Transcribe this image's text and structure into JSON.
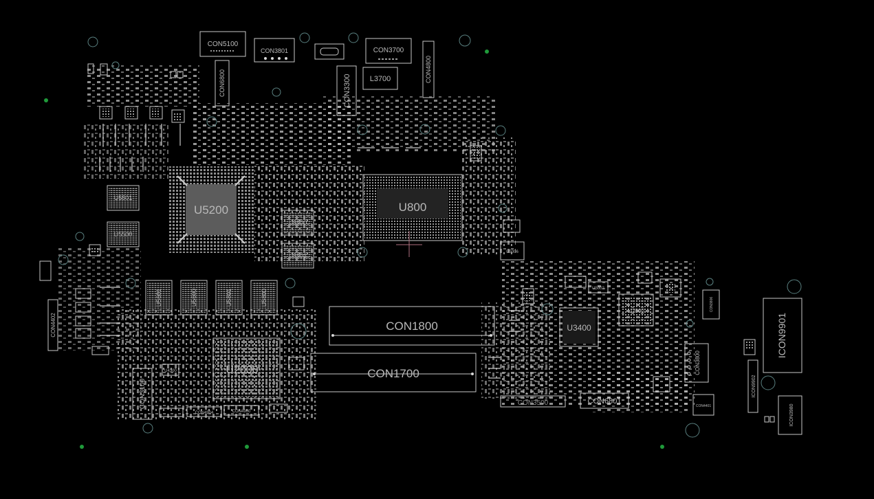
{
  "viewer": {
    "background": "#000000",
    "silkscreen_color": "#c8c8c8",
    "fiducial_color": "#1f9a3a",
    "hole_color": "#5a8080",
    "cursor_color": "#b07080"
  },
  "components": {
    "u5200": "U5200",
    "u800": "U800",
    "u2000": "U2000",
    "u3400": "U3400",
    "u2800": "U2800",
    "u5501": "U5501",
    "u5500": "U5500",
    "u5900": "U5900",
    "u5901": "U5901",
    "u5601": "U5601",
    "u5600": "U5600",
    "u5801": "U5801",
    "u5800": "U5800",
    "u5006": "U5006",
    "u5002": "U5002",
    "u4300": "U4300",
    "l3700": "L3700",
    "con5100": "CON5100",
    "con3801": "CON3801",
    "con3700": "CON3700",
    "con4800": "CON4800",
    "con6800": "CON6800",
    "con3300": "CON3300",
    "con1800": "CON1800",
    "con1700": "CON1700",
    "con3100": "CON3100",
    "con4402": "CON4402",
    "con4904": "CON4904",
    "con4900": "CON4900",
    "con3500": "CON3500",
    "con6801": "CON6801",
    "con3800": "CON3800",
    "con3806": "CON3806",
    "con4401": "CON4401",
    "icon9901": "ICON9901",
    "icon9902": "ICON9902",
    "icon3980": "ICON3980"
  }
}
